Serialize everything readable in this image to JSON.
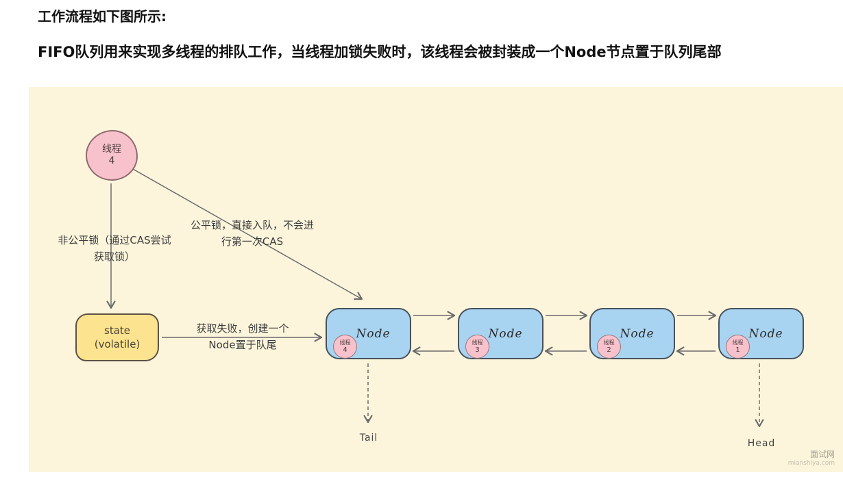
{
  "page": {
    "heading1": "工作流程如下图所示:",
    "heading2": "FIFO队列用来实现多线程的排队工作，当线程加锁失败时，该线程会被封装成一个Node节点置于队列尾部"
  },
  "diagram": {
    "thread_circle": {
      "line1": "线程",
      "line2": "4"
    },
    "state_box": {
      "line1": "state",
      "line2": "(volatile)"
    },
    "labels": {
      "unfair_lock_line1": "非公平锁（通过CAS尝试",
      "unfair_lock_line2": "获取锁）",
      "fair_lock_line1": "公平锁，直接入队，不会进",
      "fair_lock_line2": "行第一次CAS",
      "acquire_fail_line1": "获取失败，创建一个",
      "acquire_fail_line2": "Node置于队尾",
      "tail": "Tail",
      "head": "Head"
    },
    "nodes": [
      {
        "label": "Node",
        "badge_line1": "线程",
        "badge_line2": "4"
      },
      {
        "label": "Node",
        "badge_line1": "线程",
        "badge_line2": "3"
      },
      {
        "label": "Node",
        "badge_line1": "线程",
        "badge_line2": "2"
      },
      {
        "label": "Node",
        "badge_line1": "线程",
        "badge_line2": "1"
      }
    ],
    "watermark": {
      "line1": "面试网",
      "line2": "mianshiya.com"
    },
    "colors": {
      "canvas_background": "#fcf5dc",
      "node_fill": "#a8d3f1",
      "thread_circle_fill": "#f8c2cc",
      "state_box_fill": "#fbe38f",
      "arrow_stroke": "#6b6b6b",
      "heading_text": "#111111"
    }
  }
}
